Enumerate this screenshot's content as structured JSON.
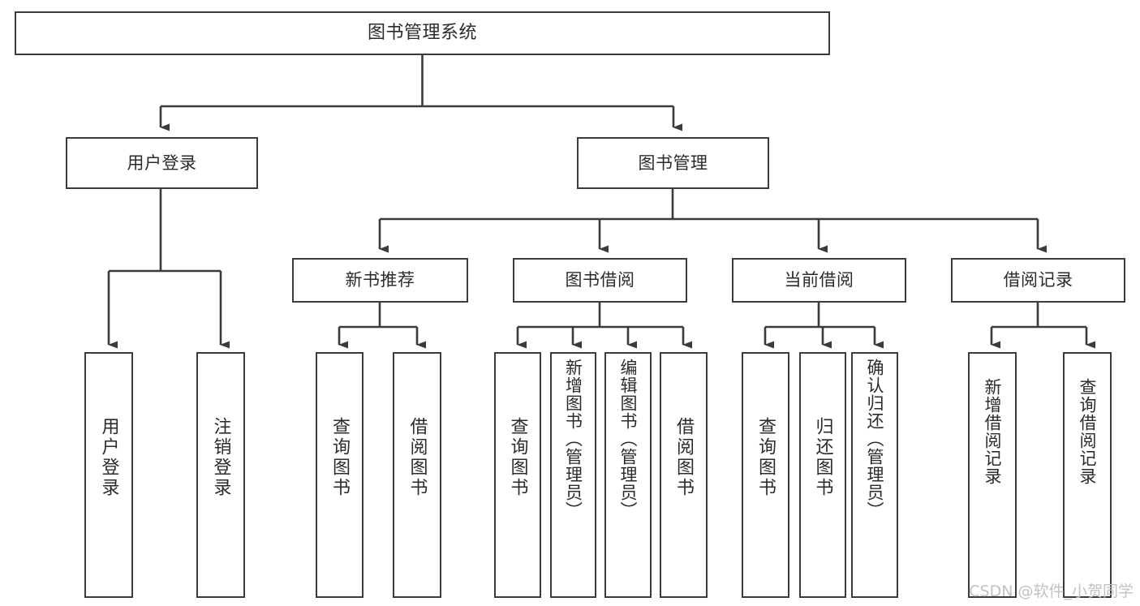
{
  "diagram": {
    "title": "图书管理系统",
    "watermark": "CSDN @软件_小贺同学",
    "stroke_color": "#3b3b3b",
    "text_color": "#2b2b2b",
    "background_color": "#ffffff",
    "watermark_color": "#c2c2c2"
  },
  "nodes": {
    "root": {
      "label": "图书管理系统"
    },
    "level2": [
      {
        "label": "用户登录"
      },
      {
        "label": "图书管理"
      }
    ],
    "level3": [
      {
        "label": "新书推荐"
      },
      {
        "label": "图书借阅"
      },
      {
        "label": "当前借阅"
      },
      {
        "label": "借阅记录"
      }
    ],
    "leaves": [
      {
        "label": "用户登录"
      },
      {
        "label": "注销登录"
      },
      {
        "label": "查询图书"
      },
      {
        "label": "借阅图书"
      },
      {
        "label": "查询图书"
      },
      {
        "label": "新增图书（管理员）"
      },
      {
        "label": "编辑图书（管理员）"
      },
      {
        "label": "借阅图书"
      },
      {
        "label": "查询图书"
      },
      {
        "label": "归还图书"
      },
      {
        "label": "确认归还（管理员）"
      },
      {
        "label": "新增借阅记录"
      },
      {
        "label": "查询借阅记录"
      }
    ]
  },
  "tree_structure": {
    "type": "hierarchy",
    "root": "图书管理系统",
    "children": [
      {
        "label": "用户登录",
        "children": [
          {
            "label": "用户登录"
          },
          {
            "label": "注销登录"
          }
        ]
      },
      {
        "label": "图书管理",
        "children": [
          {
            "label": "新书推荐",
            "children": [
              {
                "label": "查询图书"
              },
              {
                "label": "借阅图书"
              }
            ]
          },
          {
            "label": "图书借阅",
            "children": [
              {
                "label": "查询图书"
              },
              {
                "label": "新增图书（管理员）"
              },
              {
                "label": "编辑图书（管理员）"
              },
              {
                "label": "借阅图书"
              }
            ]
          },
          {
            "label": "当前借阅",
            "children": [
              {
                "label": "查询图书"
              },
              {
                "label": "归还图书"
              },
              {
                "label": "确认归还（管理员）"
              }
            ]
          },
          {
            "label": "借阅记录",
            "children": [
              {
                "label": "新增借阅记录"
              },
              {
                "label": "查询借阅记录"
              }
            ]
          }
        ]
      }
    ]
  }
}
